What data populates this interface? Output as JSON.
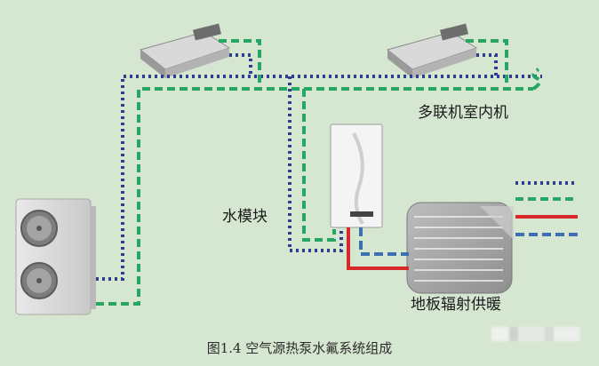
{
  "labels": {
    "indoor_units": "多联机室内机",
    "hydro_module": "水模块",
    "floor_heating": "地板辐射供暖"
  },
  "caption": "图1.4 空气源热泵水氟系统组成",
  "colors": {
    "background": "#d6e7d1",
    "refrigerant_line_1": "#2f3d8f",
    "refrigerant_line_2": "#27a562",
    "water_supply": "#d8282a",
    "water_return": "#3a6fb0"
  },
  "icons": {
    "outdoor_unit": "heat-pump-outdoor-unit",
    "indoor_unit": "ducted-indoor-unit",
    "hydro_module": "wall-mounted-water-module",
    "floor": "floor-heating-pipes"
  }
}
